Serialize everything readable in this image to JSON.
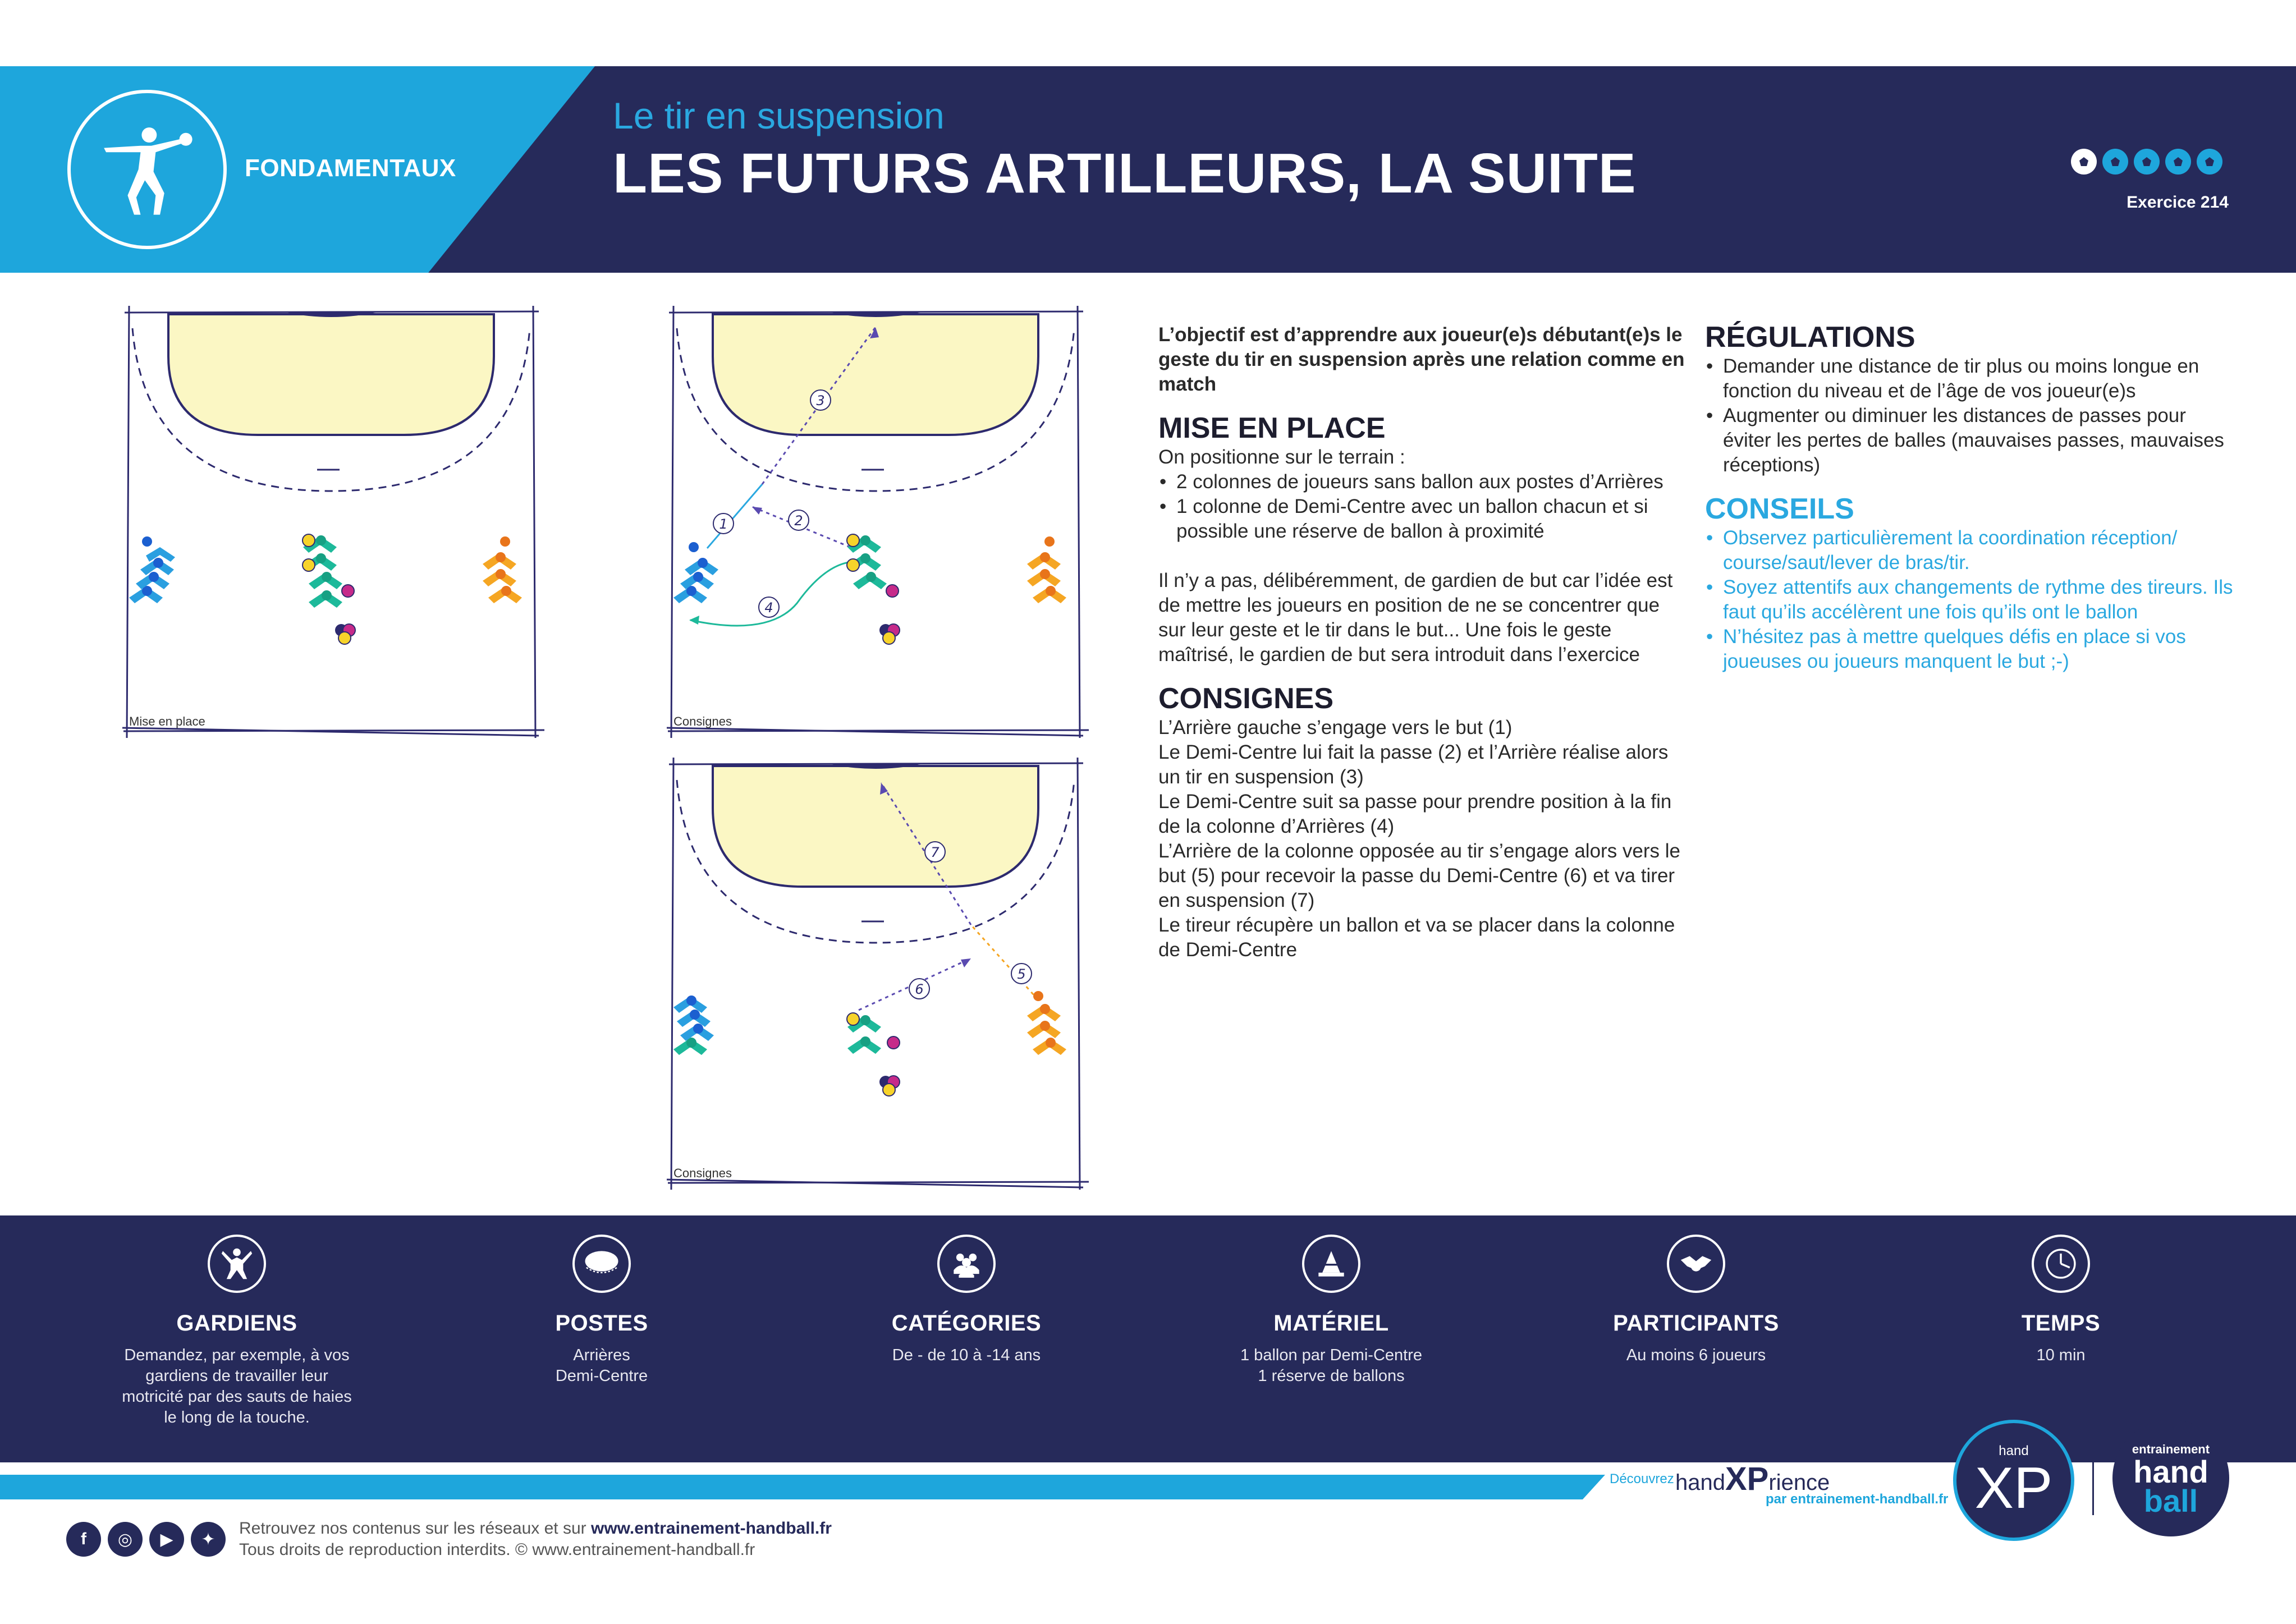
{
  "header": {
    "category": "FONDAMENTAUX",
    "subtitle": "Le tir en suspension",
    "title": "LES FUTURS ARTILLEURS, LA SUITE",
    "level": 1,
    "level_max": 5,
    "exercise": "Exercice  214"
  },
  "courts": {
    "court1_label": "Mise en place",
    "court2_label": "Consignes",
    "court3_label": "Consignes",
    "court2_steps": [
      "1",
      "2",
      "3",
      "4"
    ],
    "court3_steps": [
      "5",
      "6",
      "7"
    ]
  },
  "content": {
    "intro": "L’objectif est d’apprendre aux joueur(e)s débutant(e)s le geste du tir en suspension après une relation comme en match",
    "mise_title": "MISE EN PLACE",
    "mise_lead": "On positionne sur le terrain :",
    "mise_items": [
      "2 colonnes de joueurs sans ballon aux postes d’Arrières",
      "1 colonne de Demi-Centre avec un ballon chacun et si possible une réserve de ballon à proximité"
    ],
    "mise_note": "Il n’y a pas, délibéremment, de gardien de but car l’idée est de mettre les joueurs en position de ne se concentrer que sur leur geste et le tir dans le but... Une fois le geste maîtrisé, le gardien de but sera introduit dans l’exercice",
    "consignes_title": "CONSIGNES",
    "consignes_lines": [
      "L’Arrière gauche s’engage vers le but (1)",
      "Le Demi-Centre lui fait la passe (2) et l’Arrière réalise alors un tir en suspension (3)",
      "Le Demi-Centre suit sa passe pour prendre position à la fin de la colonne d’Arrières (4)",
      "L’Arrière de la colonne opposée au tir s’engage alors vers le but (5) pour recevoir la passe du Demi-Centre (6) et va tirer en suspension (7)",
      "Le tireur récupère un ballon et va se placer dans la colonne de Demi-Centre"
    ],
    "regulations_title": "RÉGULATIONS",
    "regulations_items": [
      "Demander une distance de tir plus ou moins longue en fonction du niveau et de l’âge de vos joueur(e)s",
      "Augmenter ou diminuer les distances de passes pour éviter les pertes de balles (mauvaises passes, mauvaises réceptions)"
    ],
    "conseils_title": "CONSEILS",
    "conseils_items": [
      "Observez particulièrement la coordination réception/ course/saut/lever de bras/tir.",
      "Soyez attentifs aux changements de rythme des tireurs. Ils faut qu’ils accélèrent une fois qu’ils ont le ballon",
      "N’hésitez pas à mettre quelques défis en place si vos joueuses ou joueurs manquent le but ;-)"
    ]
  },
  "band": {
    "items": [
      {
        "icon": "goalkeeper-icon",
        "title": "GARDIENS",
        "text": "Demandez, par exemple, à vos gardiens de travailler leur motricité par des sauts de haies le long de la touche."
      },
      {
        "icon": "court-position-icon",
        "title": "POSTES",
        "text": "Arrières\nDemi-Centre"
      },
      {
        "icon": "group-icon",
        "title": "CATÉGORIES",
        "text": "De - de 10 à -14 ans"
      },
      {
        "icon": "cone-icon",
        "title": "MATÉRIEL",
        "text": "1 ballon par Demi-Centre\n1 réserve de ballons"
      },
      {
        "icon": "players-icon",
        "title": "PARTICIPANTS",
        "text": "Au moins 6 joueurs"
      },
      {
        "icon": "clock-icon",
        "title": "TEMPS",
        "text": "10 min"
      }
    ]
  },
  "promo": {
    "decouvrez": "Découvrez",
    "hand": "hand",
    "xp": "XP",
    "rience": "rience",
    "par": "par entrainement-handball.fr",
    "xp_logo_small": "hand",
    "xp_logo_big": "XP",
    "eh_logo_1": "entrainement",
    "eh_logo_2": "hand",
    "eh_logo_3": "ball"
  },
  "footer": {
    "line1_prefix": "Retrouvez nos contenus sur les réseaux et sur ",
    "line1_site": "www.entrainement-handball.fr",
    "line2": "Tous droits de reproduction interdits. © www.entrainement-handball.fr",
    "social": [
      "facebook-icon",
      "instagram-icon",
      "youtube-icon",
      "twitter-icon"
    ]
  },
  "colors": {
    "navy": "#262a5a",
    "blue": "#1ea6dc",
    "player_blue": "#2a9fe0",
    "player_green": "#1db99a",
    "player_orange": "#f5a623",
    "goal_area": "#fbf7c4"
  }
}
